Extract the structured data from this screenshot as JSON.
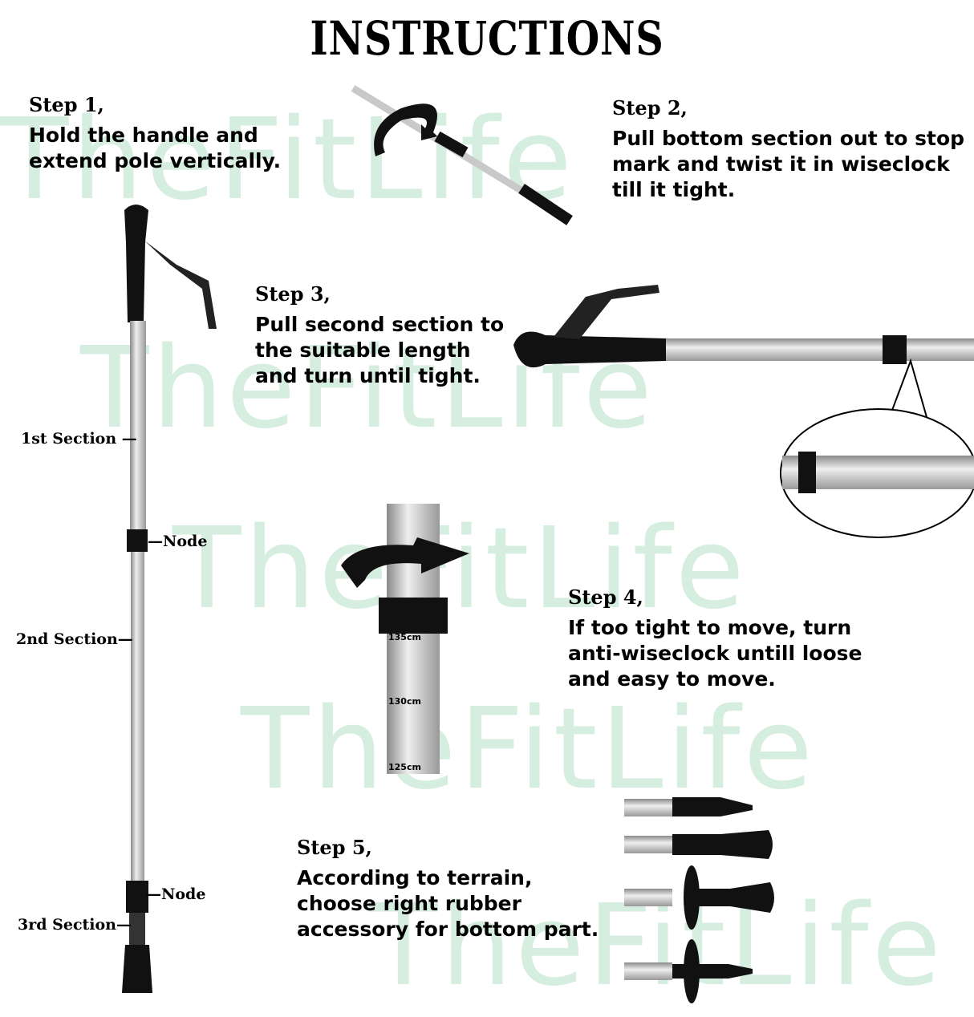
{
  "title": "INSTRUCTIONS",
  "watermark": "TheFitLife",
  "steps": [
    {
      "heading": "Step 1,",
      "text": "Hold the handle and extend pole vertically."
    },
    {
      "heading": "Step 2,",
      "text": "Pull bottom section out to stop mark and twist it in wiseclock till it tight."
    },
    {
      "heading": "Step 3,",
      "text": "Pull second section to the suitable length and turn until tight."
    },
    {
      "heading": "Step 4,",
      "text": "If too tight to move, turn anti-wiseclock untill loose and easy to move."
    },
    {
      "heading": "Step 5,",
      "text": "According to terrain, choose right rubber accessory for bottom part."
    }
  ],
  "labels": {
    "section1": "1st Section",
    "node1": "Node",
    "section2": "2nd Section",
    "node2": "Node",
    "section3": "3rd Section"
  },
  "closeup_marks": [
    "135cm",
    "130cm",
    "125cm"
  ],
  "colors": {
    "watermark": "#d6eedf",
    "pole": "#c8c8c8",
    "grip": "#111111"
  }
}
